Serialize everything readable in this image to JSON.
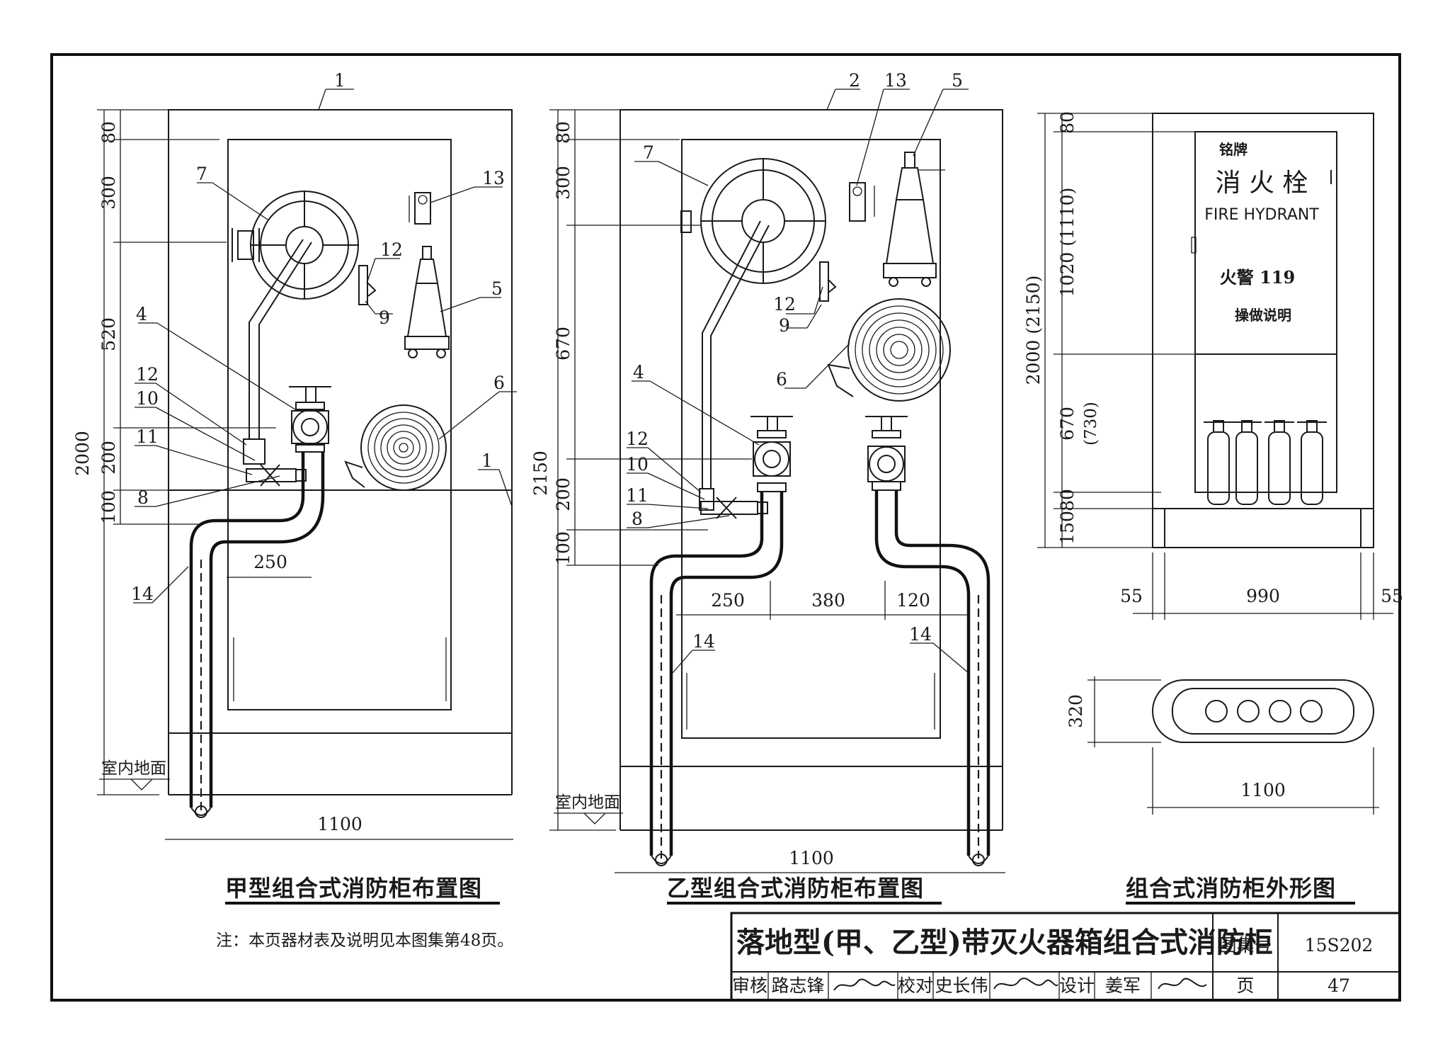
{
  "layouts": {
    "type_a": {
      "title": "甲型组合式消防柜布置图",
      "dims_vertical": [
        "80",
        "300",
        "520",
        "200",
        "100"
      ],
      "dim_total_height": "2000",
      "dim_width": "1100",
      "dim_pipe_offset": "250",
      "floor_label": "室内地面",
      "callouts": [
        "1",
        "7",
        "13",
        "12",
        "9",
        "5",
        "4",
        "12",
        "10",
        "11",
        "8",
        "6",
        "1",
        "14"
      ]
    },
    "type_b": {
      "title": "乙型组合式消防柜布置图",
      "dims_vertical": [
        "80",
        "300",
        "670",
        "200",
        "100"
      ],
      "dim_total_height": "2150",
      "dim_width": "1100",
      "dims_pipe_offsets": [
        "250",
        "380",
        "120"
      ],
      "floor_label": "室内地面",
      "callouts": [
        "2",
        "13",
        "5",
        "7",
        "12",
        "9",
        "6",
        "4",
        "12",
        "10",
        "11",
        "8",
        "14",
        "14"
      ]
    },
    "exterior": {
      "title": "组合式消防柜外形图",
      "dims_vertical": [
        "80",
        "1020 (1110)",
        "2000 (2150)",
        "670",
        "(730)",
        "80",
        "150"
      ],
      "dims_horizontal": [
        "55",
        "990",
        "55"
      ],
      "plan_depth": "320",
      "plan_width": "1100",
      "door_texts": [
        "铭牌",
        "消 火 栓",
        "FIRE HYDRANT",
        "火警 119",
        "操做说明"
      ]
    }
  },
  "note": "注：本页器材表及说明见本图集第48页。",
  "title_block": {
    "drawing_title": "落地型(甲、乙型)带灭火器箱组合式消防柜",
    "atlas_label": "图集号",
    "atlas_number": "15S202",
    "review_label": "审核",
    "reviewer": "路志锋",
    "reviewer_signature": "路志锋",
    "check_label": "校对",
    "checker": "史长伟",
    "checker_signature": "史长伟",
    "design_label": "设计",
    "designer": "姜军",
    "designer_signature": "姜军",
    "page_label": "页",
    "page_number": "47"
  }
}
